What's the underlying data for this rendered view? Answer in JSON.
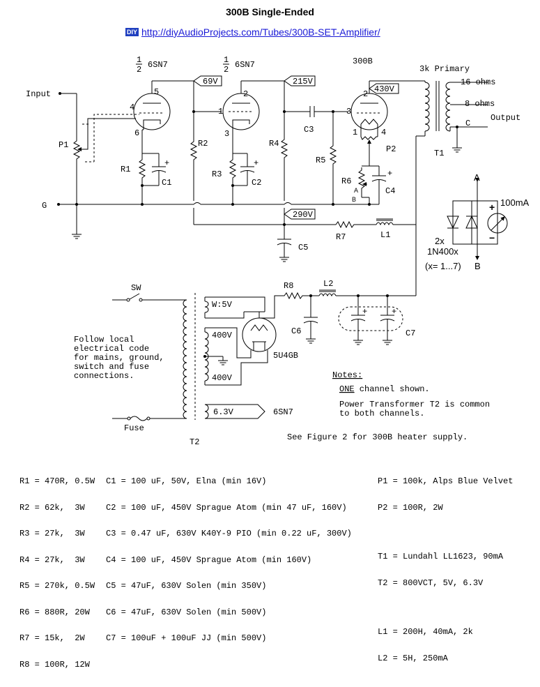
{
  "title": "300B Single-Ended",
  "url": {
    "badge": "DIY",
    "text": "http://diyAudioProjects.com/Tubes/300B-SET-Amplifier/"
  },
  "schematic": {
    "tubes": {
      "v1_half": "1",
      "v1_den": "2",
      "v1_name": "6SN7",
      "v2_half": "1",
      "v2_den": "2",
      "v2_name": "6SN7",
      "v3_name": "300B",
      "rectifier": "5U4GB"
    },
    "voltages": {
      "v69": "69V",
      "v215": "215V",
      "v430": "430V",
      "v290": "290V"
    },
    "labels": {
      "input": "Input",
      "ground": "G",
      "p1": "P1",
      "p2": "P2",
      "r1": "R1",
      "r2": "R2",
      "r3": "R3",
      "r4": "R4",
      "r5": "R5",
      "r6": "R6",
      "r7": "R7",
      "r8": "R8",
      "c1": "C1",
      "c2": "C2",
      "c3": "C3",
      "c4": "C4",
      "c5": "C5",
      "c6": "C6",
      "c7": "C7",
      "l1": "L1",
      "l2": "L2",
      "t1": "T1",
      "t2": "T2",
      "primary": "3k Primary",
      "tap16": "16 ohms",
      "tap8": "8 ohms",
      "tapc": "C",
      "output": "Output",
      "sw": "SW",
      "fuse": "Fuse",
      "w5v": "W:5V",
      "s400a": "400V",
      "s400b": "400V",
      "s63": "6.3V",
      "heater_dest": "6SN7",
      "ab_a": "A",
      "ab_b": "B"
    },
    "pins": {
      "p4": "4",
      "p5": "5",
      "p6": "6",
      "q1": "1",
      "q2": "2",
      "q3": "3",
      "t3": "3",
      "t2": "2",
      "t1": "1",
      "t4": "4"
    },
    "meter": {
      "a": "A",
      "b": "B",
      "range": "100mA",
      "diodes_line1": "2x",
      "diodes_line2": "1N400x",
      "diodes_line3": "(x= 1...7)"
    },
    "safety_note": [
      "Follow local",
      "electrical code",
      "for mains, ground,",
      "switch and fuse",
      "connections."
    ],
    "notes": {
      "heading": "Notes:",
      "line1_emph": "ONE",
      "line1_rest": " channel shown.",
      "line2": "Power Transformer T2 is common",
      "line3": "to both channels.",
      "line4": "See Figure 2 for 300B heater supply."
    }
  },
  "parts": {
    "resistors": [
      "R1 = 470R, 0.5W",
      "R2 = 62k,  3W",
      "R3 = 27k,  3W",
      "R4 = 27k,  3W",
      "R5 = 270k, 0.5W",
      "R6 = 880R, 20W",
      "R7 = 15k,  2W",
      "R8 = 100R, 12W"
    ],
    "capacitors": [
      "C1 = 100 uF, 50V, Elna (min 16V)",
      "C2 = 100 uF, 450V Sprague Atom (min 47 uF, 160V)",
      "C3 = 0.47 uF, 630V K40Y-9 PIO (min 0.22 uF, 300V)",
      "C4 = 100 uF, 450V Sprague Atom (min 160V)",
      "C5 = 47uF, 630V Solen (min 350V)",
      "C6 = 47uF, 630V Solen (min 500V)",
      "C7 = 100uF + 100uF JJ (min 500V)"
    ],
    "pots": [
      "P1 = 100k, Alps Blue Velvet",
      "P2 = 100R, 2W"
    ],
    "transformers": [
      "T1 = Lundahl LL1623, 90mA",
      "T2 = 800VCT, 5V, 6.3V"
    ],
    "chokes": [
      "L1 = 200H, 40mA, 2k",
      "L2 = 5H, 250mA"
    ]
  }
}
